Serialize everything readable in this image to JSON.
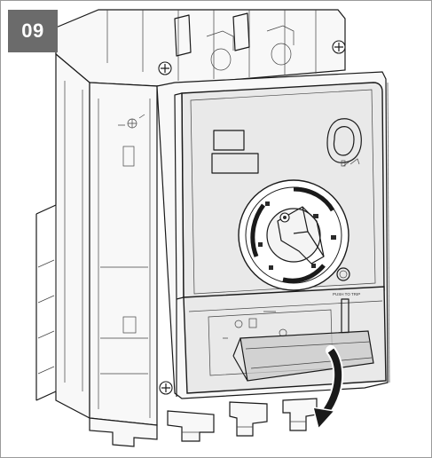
{
  "step": {
    "number": "09"
  },
  "illustration": {
    "subject": "circuit-breaker-with-rotary-handle-cover",
    "label_push_to_trip": "PUSH TO TRIP",
    "colors": {
      "badge_background": "#6b6b6b",
      "line": "#1a1a1a",
      "cover_fill": "#e7e7e7",
      "body_fill": "#f7f7f7",
      "flap_fill": "#c8c8c8"
    }
  }
}
